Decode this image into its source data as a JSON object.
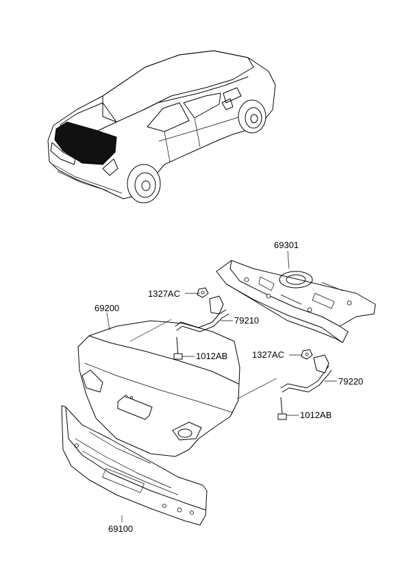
{
  "callouts": {
    "p69301": "69301",
    "p1327ac_a": "1327AC",
    "p79210": "79210",
    "p69200": "69200",
    "p1012ab_a": "1012AB",
    "p1327ac_b": "1327AC",
    "p79220": "79220",
    "p1012ab_b": "1012AB",
    "p69100": "69100"
  },
  "colors": {
    "line": "#000000",
    "background": "#ffffff",
    "highlight": "#111111"
  }
}
